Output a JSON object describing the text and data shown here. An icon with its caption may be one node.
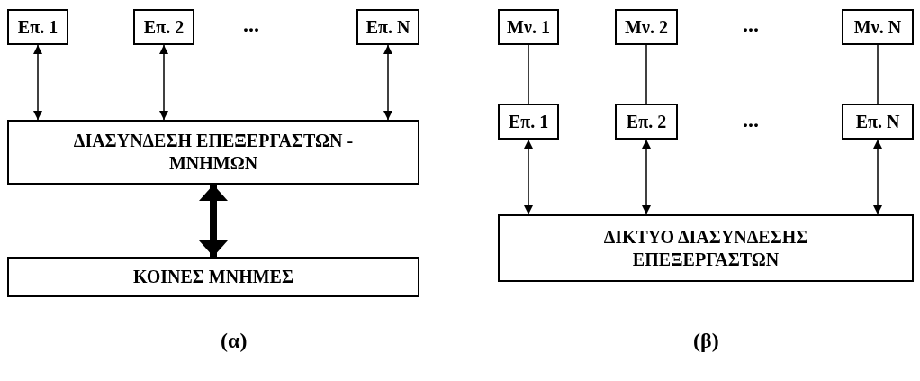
{
  "diagram": {
    "nodes": [
      {
        "text": [
          "Επ. 1"
        ]
      },
      {
        "text": [
          "Επ. 2"
        ]
      },
      {
        "text": [
          "Επ. N"
        ]
      },
      {
        "text": [
          "ΔΙΑΣΥΝΔΕΣΗ ΕΠΕΞΕΡΓΑΣΤΩΝ - ΜΝΗΜΩΝ"
        ]
      },
      {
        "text": [
          "ΚΟΙΝΕΣ ΜΝΗΜΕΣ"
        ]
      },
      {
        "text": [
          "Μν. 1"
        ]
      },
      {
        "text": [
          "Μν. 2"
        ]
      },
      {
        "text": [
          "Μν. N"
        ]
      },
      {
        "text": [
          "Επ. 1"
        ]
      },
      {
        "text": [
          "Επ. 2"
        ]
      },
      {
        "text": [
          "Επ. N"
        ]
      },
      {
        "text": [
          "ΔΙΚΤΥΟ ΔΙΑΣΥΝΔΕΣΗΣ ΕΠΕΞΕΡΓΑΣΤΩΝ"
        ]
      }
    ],
    "edges": [
      {
        "from": 0,
        "to": 3,
        "arrow": "both"
      },
      {
        "from": 1,
        "to": 3,
        "arrow": "both"
      },
      {
        "from": 2,
        "to": 3,
        "arrow": "both"
      },
      {
        "from": 3,
        "to": 4,
        "arrow": "both",
        "style": "thick"
      },
      {
        "from": 5,
        "to": 8,
        "arrow": "none"
      },
      {
        "from": 6,
        "to": 9,
        "arrow": "none"
      },
      {
        "from": 7,
        "to": 10,
        "arrow": "none"
      },
      {
        "from": 8,
        "to": 11,
        "arrow": "both"
      },
      {
        "from": 9,
        "to": 11,
        "arrow": "both"
      },
      {
        "from": 10,
        "to": 11,
        "arrow": "both"
      }
    ],
    "labels": [
      "...",
      "...",
      "...",
      "(α)",
      "(β)"
    ]
  }
}
